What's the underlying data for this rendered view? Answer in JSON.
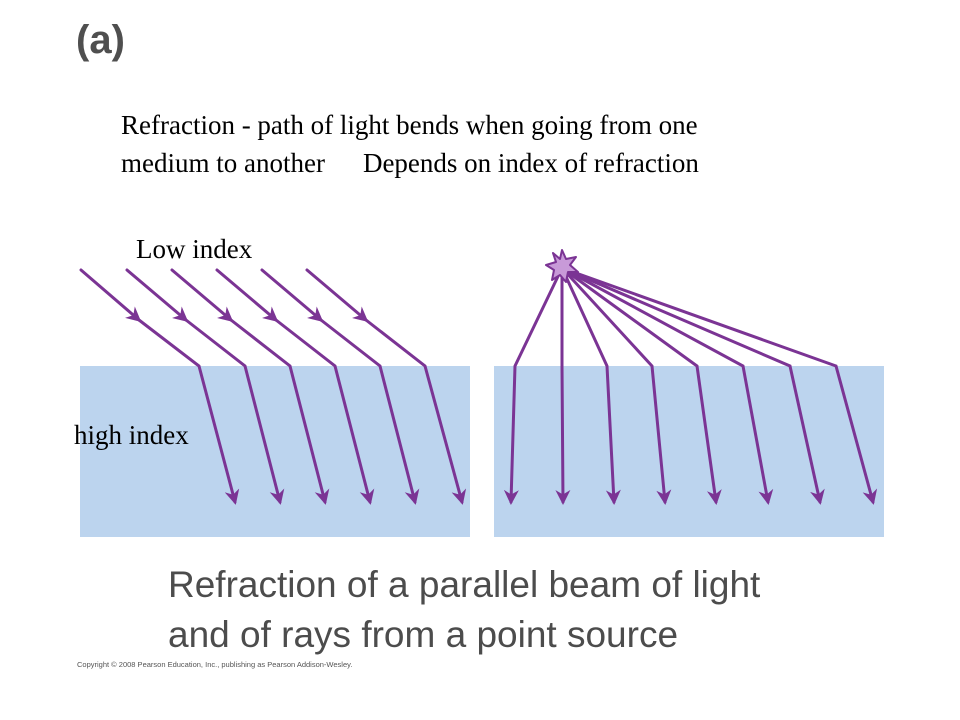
{
  "panel_label": "(a)",
  "description": {
    "line1": "Refraction -  path of light bends when going from one",
    "line2a": "medium to another",
    "line2b": "Depends on index of refraction"
  },
  "labels": {
    "low_index": "Low index",
    "high_index": "high index"
  },
  "caption": {
    "line1": "Refraction of a parallel beam of light",
    "line2": "and of rays from a point source"
  },
  "copyright": "Copyright © 2008 Pearson Education, Inc., publishing as Pearson Addison-Wesley.",
  "colors": {
    "ray": "#7b3494",
    "medium": "#bcd4ee",
    "source_fill": "#c89ad8"
  },
  "icons": {
    "point_source": "star-burst-icon"
  }
}
